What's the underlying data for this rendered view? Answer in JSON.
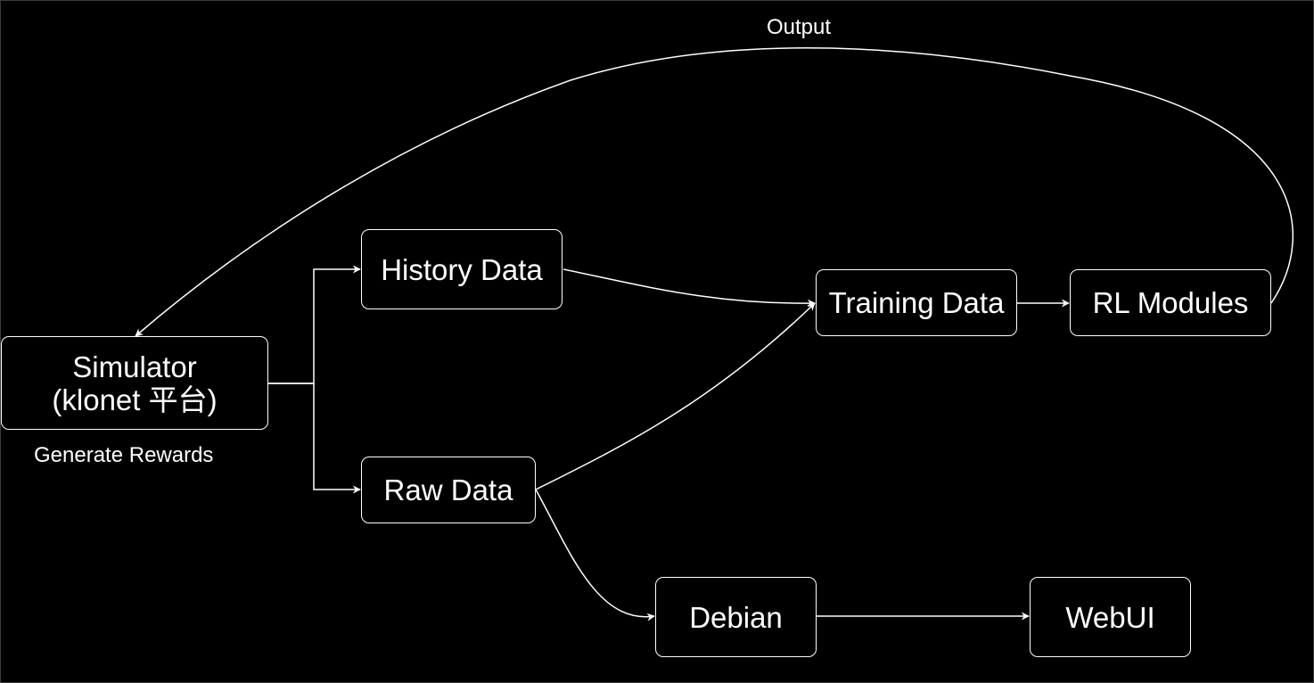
{
  "diagram": {
    "nodes": {
      "simulator": {
        "line1": "Simulator",
        "line2": "(klonet 平台)"
      },
      "history": "History Data",
      "raw": "Raw Data",
      "training": "Training Data",
      "rl": "RL Modules",
      "debian": "Debian",
      "webui": "WebUI"
    },
    "labels": {
      "output": "Output",
      "rewards": "Generate Rewards"
    },
    "colors": {
      "background": "#000000",
      "stroke": "#ffffff"
    }
  }
}
